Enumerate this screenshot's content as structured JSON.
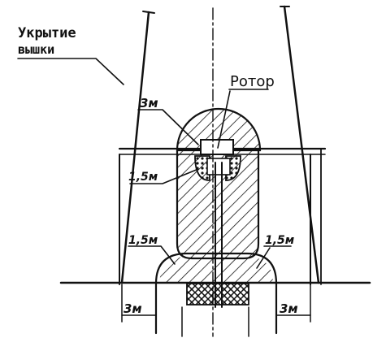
{
  "labels": {
    "cover_line1": "Укрытие",
    "cover_line2": "вышки",
    "rotor": "Ротор",
    "top_radius": "3м",
    "upper_side": "1,5м",
    "lower_left": "1,5м",
    "lower_right": "1,5м",
    "bottom_left": "3м",
    "bottom_right": "3м"
  },
  "colors": {
    "ink": "#111111",
    "paper": "#ffffff"
  }
}
